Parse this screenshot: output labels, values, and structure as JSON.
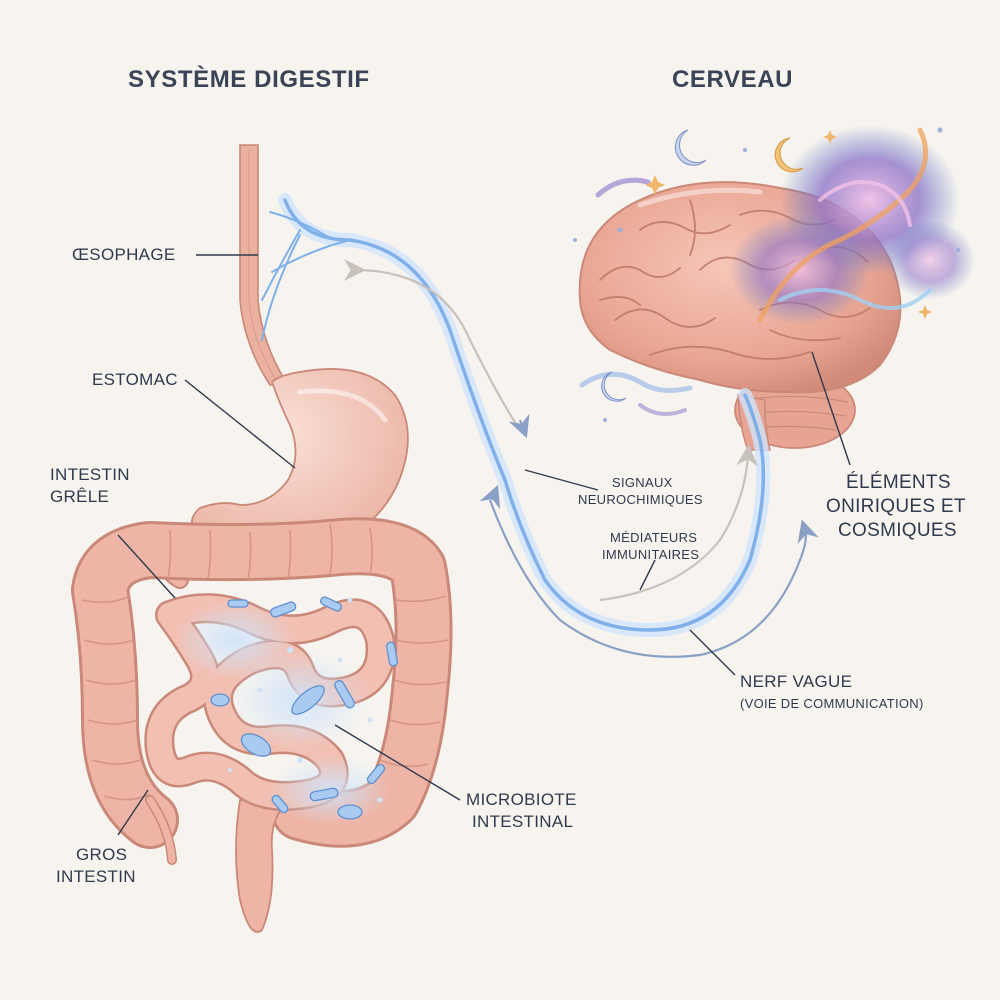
{
  "titles": {
    "digestive": "SYSTÈME DIGESTIF",
    "brain": "CERVEAU"
  },
  "labels": {
    "oesophagus": "ŒSOPHAGE",
    "stomach": "ESTOMAC",
    "small_intestine_1": "INTESTIN",
    "small_intestine_2": "GRÊLE",
    "large_intestine_1": "GROS",
    "large_intestine_2": "INTESTIN",
    "microbiota_1": "MICROBIOTE",
    "microbiota_2": "INTESTINAL",
    "neurochemical_1": "SIGNAUX",
    "neurochemical_2": "NEUROCHIMIQUES",
    "immune_1": "MÉDIATEURS",
    "immune_2": "IMMUNITAIRES",
    "vagus": "NERF VAGUE",
    "vagus_sub": "(VOIE DE COMMUNICATION)",
    "dream_1": "ÉLÉMENTS",
    "dream_2": "ONIRIQUES ET",
    "dream_3": "COSMIQUES"
  },
  "colors": {
    "tissue": "#eeb5a6",
    "tissue_dark": "#c98878",
    "nerve": "#7fb0ea",
    "nerve_glow": "#cfe3fb",
    "arrow_blue": "#8aa0c4",
    "arrow_grey": "#c9c2bc",
    "cosmic_purple": "#8a6fc7",
    "cosmic_orange": "#f0a25c",
    "text": "#2f3a4d"
  }
}
